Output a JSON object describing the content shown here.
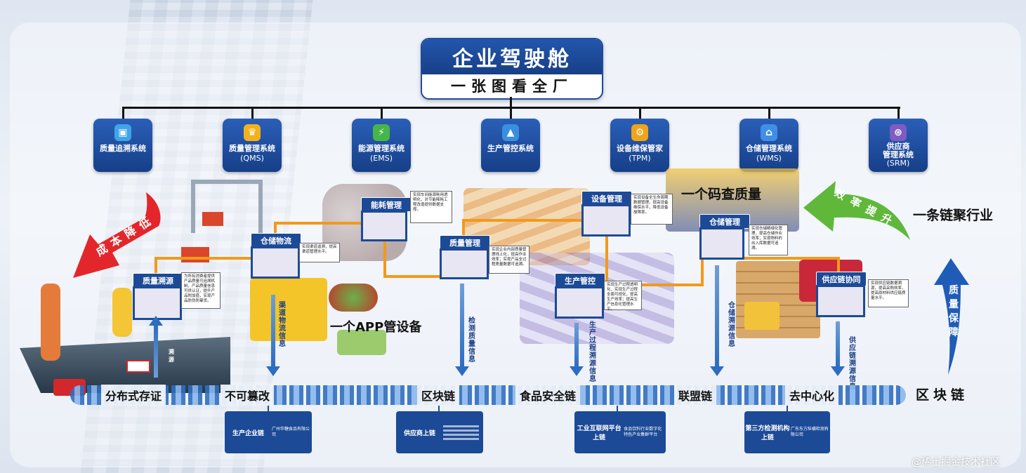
{
  "title": {
    "main": "企业驾驶舱",
    "sub": "一张图看全厂"
  },
  "systems": [
    {
      "icon": "trace-icon",
      "line1": "质量追溯系统",
      "line2": ""
    },
    {
      "icon": "quality-icon",
      "line1": "质量管理系统",
      "line2": "(QMS)"
    },
    {
      "icon": "energy-icon",
      "line1": "能源管理系统",
      "line2": "(EMS)"
    },
    {
      "icon": "production-icon",
      "line1": "生产管控系统",
      "line2": ""
    },
    {
      "icon": "maintenance-icon",
      "line1": "设备维保管家",
      "line2": "(TPM)"
    },
    {
      "icon": "warehouse-icon",
      "line1": "仓储管理系统",
      "line2": "(WMS)"
    },
    {
      "icon": "supplier-icon",
      "line1": "供应商",
      "line2": "管理系统",
      "line3": "(SRM)"
    }
  ],
  "modules": {
    "trace": "质量溯源",
    "storage": "仓储物流",
    "energy": "能耗管理",
    "quality": "质量管理",
    "equipment": "设备管理",
    "production": "生产管控",
    "warehouse": "仓储管理",
    "supply": "供应链协同"
  },
  "notes": {
    "trace": "为所有消费者提供产品质量可追溯机制，产品质量信息可供认证，提升产品附加值，实现产品防伪防窜货。",
    "storage": "实现渠道追溯，提高渠道管理水平。",
    "energy": "实现车间能源耗用透明化，对节能降耗工程改造提供数据支撑。",
    "quality": "实现企业内部质量管理线上化，提高作业效率；实现产品全过程质量数据可追溯。",
    "equipment": "实现设备全生命周期数据管理，提高设备维保水平，降低设备故障率。",
    "production": "实现生产过程透明化，实现生产过程全面可视化，提高生产效率；提高生产信息化管理水平。",
    "warehouse": "实现仓储精细化管理，提高仓储作业效率；实现物料的出入库数据可追溯。",
    "supply": "实现供应链数据溯源，提高采购效率，提高原材料供应链质量水平。"
  },
  "flow_labels": {
    "channel": "渠道物流信息",
    "inspect": "检测质量信息",
    "process": "生产过程溯源信息",
    "warehouse_trace": "仓储溯源信息",
    "supply_trace": "供应链溯源信息",
    "checkout": "溯源"
  },
  "slogans": {
    "cost": "成本降低",
    "efficiency": "效率提升",
    "quality": "质量保障",
    "code": "一个码查质量",
    "app": "一个APP管设备",
    "chain": "一条链聚行业",
    "blockchain": "区块链"
  },
  "chain_labels": [
    "分布式存证",
    "不可篡改",
    "区块链",
    "食品安全链",
    "联盟链",
    "去中心化"
  ],
  "cards": [
    {
      "left": "生产企业链",
      "right": "广州华糖食品有限公司"
    },
    {
      "left": "供应商上链",
      "right": ""
    },
    {
      "left": "工业互联网平台上链",
      "right": "食品饮料行业数字化特色产业集群平台"
    },
    {
      "left": "第三方检测机构上链",
      "right": "广东东方纵横检测有限公司"
    }
  ],
  "watermark": "@稀土掘金技术社区",
  "colors": {
    "primary": "#1c4a97",
    "pipe": "#f19a1c",
    "red_arrow": "#e3262b",
    "green_arrow": "#5fb83a",
    "blue_arrow": "#1f5cb8"
  }
}
